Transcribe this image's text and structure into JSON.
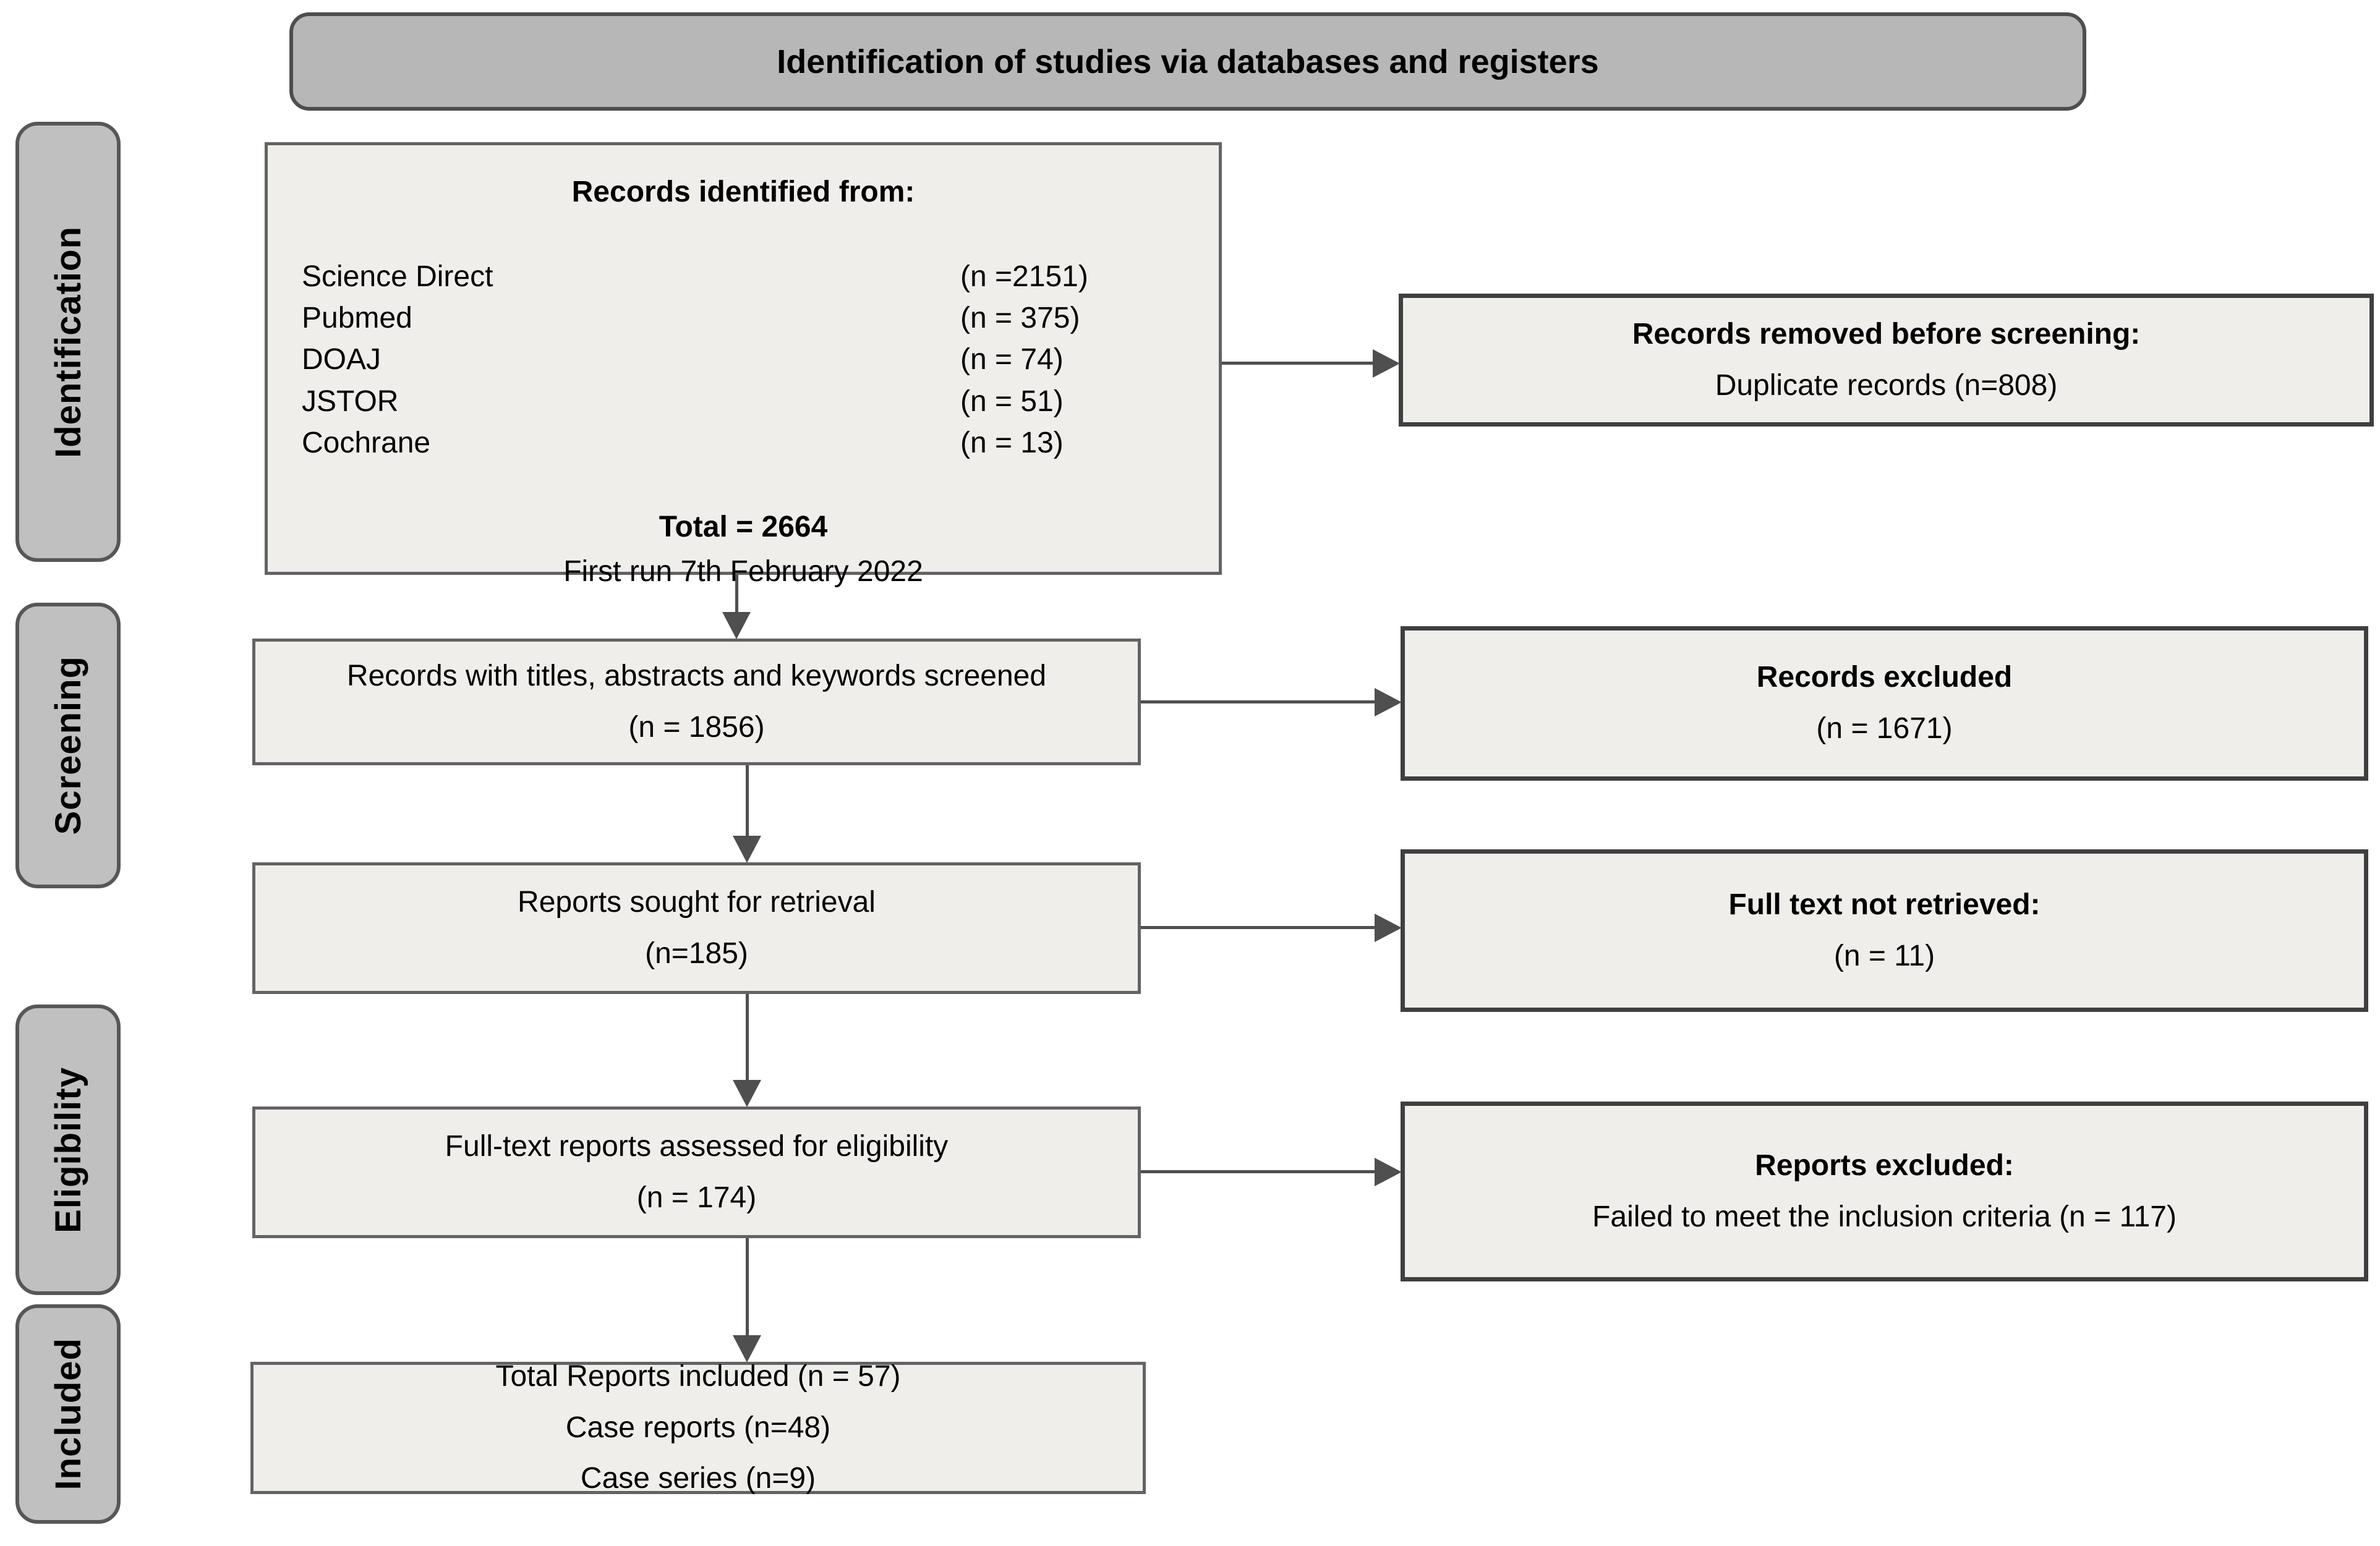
{
  "banner": {
    "title": "Identification of studies via databases and registers"
  },
  "stage_labels": [
    "Identification",
    "Screening",
    "Eligibility",
    "Included"
  ],
  "flow": {
    "identified": {
      "heading": "Records identified from:",
      "sources": [
        {
          "name": "Science Direct",
          "count": "(n =2151)"
        },
        {
          "name": "Pubmed",
          "count": "(n = 375)"
        },
        {
          "name": "DOAJ",
          "count": "(n = 74)"
        },
        {
          "name": "JSTOR",
          "count": "(n = 51)"
        },
        {
          "name": "Cochrane",
          "count": "(n = 13)"
        }
      ],
      "total": "Total = 2664",
      "note": "First run 7th February 2022"
    },
    "screened": {
      "line1": "Records with titles, abstracts and keywords screened",
      "line2": "(n = 1856)"
    },
    "sought": {
      "line1": "Reports sought for retrieval",
      "line2": "(n=185)"
    },
    "assessed": {
      "line1": "Full-text reports assessed for eligibility",
      "line2": "(n = 174)"
    },
    "included": {
      "lines": [
        "Total Reports included (n = 57)",
        "Case reports (n=48)",
        "Case series (n=9)"
      ]
    }
  },
  "exclusions": {
    "removed": {
      "line1": "Records removed before screening:",
      "line2": "Duplicate records (n=808)"
    },
    "records_excluded": {
      "line1": "Records excluded",
      "line2": "(n = 1671)"
    },
    "not_retrieved": {
      "line1": "Full text not retrieved:",
      "line2": "(n = 11)"
    },
    "reports_excluded": {
      "line1": "Reports excluded:",
      "line2": "Failed to meet the inclusion criteria (n = 117)"
    }
  },
  "colors": {
    "banner_fill": "#b7b7b7",
    "stage_fill": "#c0c0c0",
    "box_fill": "#efeeeb",
    "left_box_border": "#636363",
    "right_box_border": "#3f3f3f",
    "arrow": "#4f4f4f",
    "background": "#ffffff"
  }
}
